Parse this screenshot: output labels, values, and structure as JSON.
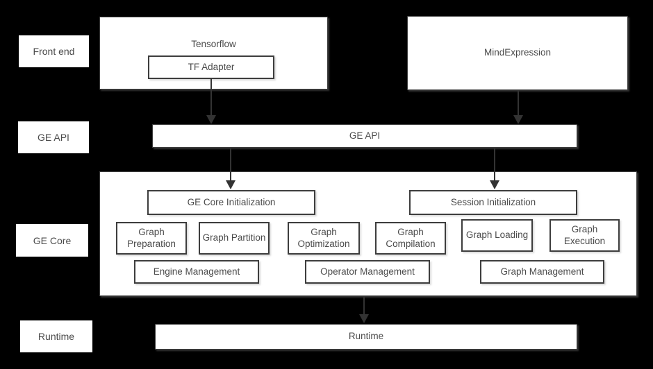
{
  "colors": {
    "background": "#000000",
    "box_fill": "#ffffff",
    "box_border": "#3d3d3d",
    "text": "#4a4a4a",
    "arrow": "#333333"
  },
  "row_labels": {
    "front_end": "Front end",
    "ge_api": "GE API",
    "ge_core": "GE Core",
    "runtime": "Runtime"
  },
  "front_end": {
    "tensorflow_title": "Tensorflow",
    "tf_adapter": "TF Adapter",
    "mind_expression": "MindExpression"
  },
  "ge_api": {
    "label": "GE API"
  },
  "ge_core": {
    "init": [
      "GE Core Initialization",
      "Session Initialization"
    ],
    "functions": [
      "Graph Preparation",
      "Graph Partition",
      "Graph Optimization",
      "Graph Compilation",
      "Graph Loading",
      "Graph Execution"
    ],
    "management": [
      "Engine Management",
      "Operator Management",
      "Graph Management"
    ]
  },
  "runtime": {
    "label": "Runtime"
  }
}
